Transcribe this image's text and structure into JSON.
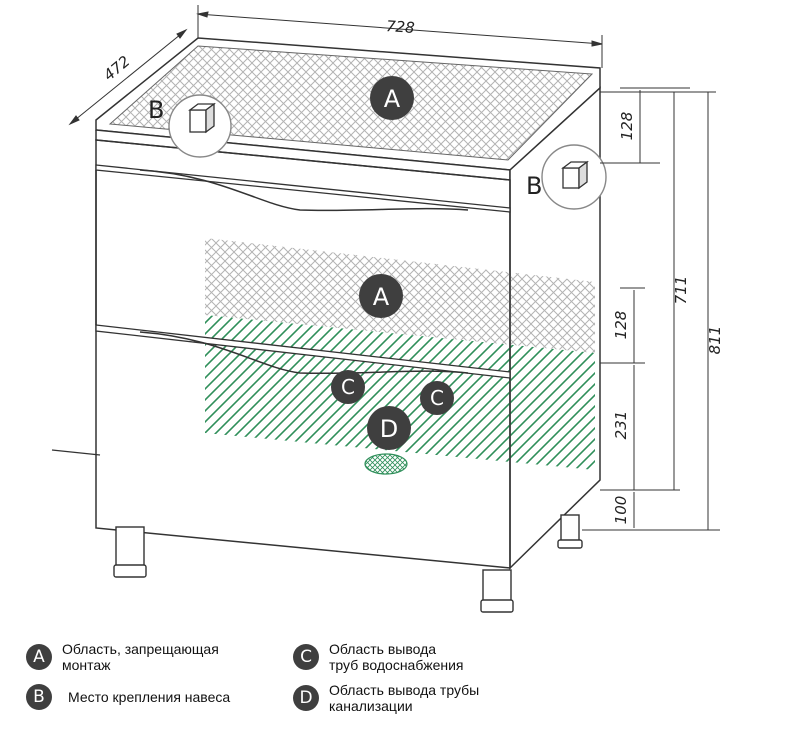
{
  "dimensions": {
    "width": "728",
    "depth": "472",
    "height_total": "811",
    "height_body": "711",
    "top_zone": "128",
    "middle_zone": "128",
    "pipe_zone": "231",
    "legs": "100"
  },
  "markers": {
    "a": "A",
    "b": "B",
    "c": "C",
    "d": "D"
  },
  "legend": {
    "a_line1": "Область, запрещающая",
    "a_line2": "монтаж",
    "b_line1": "Место крепления навеса",
    "c_line1": "Область вывода",
    "c_line2": "труб водоснабжения",
    "d_line1": "Область вывода трубы",
    "d_line2": "канализации"
  },
  "colors": {
    "marker_fill": "#3f3f3f",
    "restricted_hatch": "#b9b9b9",
    "water_hatch": "#2f8f5a"
  }
}
